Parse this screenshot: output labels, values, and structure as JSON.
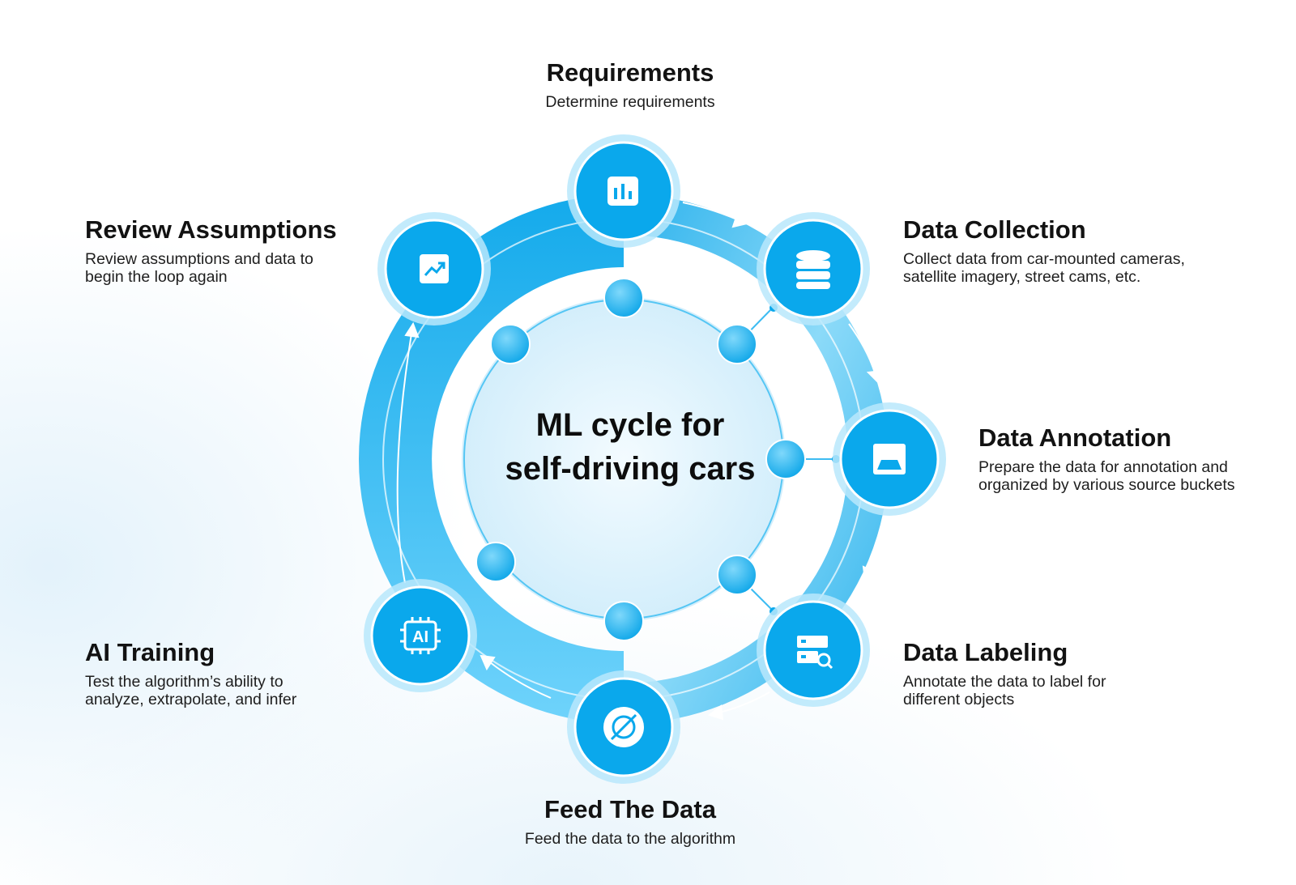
{
  "center": {
    "title": "ML cycle for\nself-driving cars"
  },
  "colors": {
    "accent": "#0aa8ec",
    "accent_dark": "#0797d8",
    "ring_light": "#d4eefb",
    "text": "#121212"
  },
  "steps": [
    {
      "title": "Requirements",
      "description": "Determine requirements",
      "icon": "bar-chart-icon"
    },
    {
      "title": "Data Collection",
      "description": "Collect data from car-mounted cameras,\nsatellite imagery, street cams, etc.",
      "icon": "database-icon"
    },
    {
      "title": "Data Annotation",
      "description": "Prepare the data for annotation and\norganized by various source buckets",
      "icon": "image-frame-icon"
    },
    {
      "title": "Data Labeling",
      "description": "Annotate the data to label for\ndifferent objects",
      "icon": "server-search-icon"
    },
    {
      "title": "Feed The Data",
      "description": "Feed the data to the algorithm",
      "icon": "eye-off-icon"
    },
    {
      "title": "AI Training",
      "description": "Test the algorithm’s ability to\nanalyze, extrapolate, and infer",
      "icon": "ai-chip-icon",
      "icon_text": "AI"
    },
    {
      "title": "Review Assumptions",
      "description": "Review assumptions and data to\nbegin the loop again",
      "icon": "trend-up-icon"
    }
  ]
}
